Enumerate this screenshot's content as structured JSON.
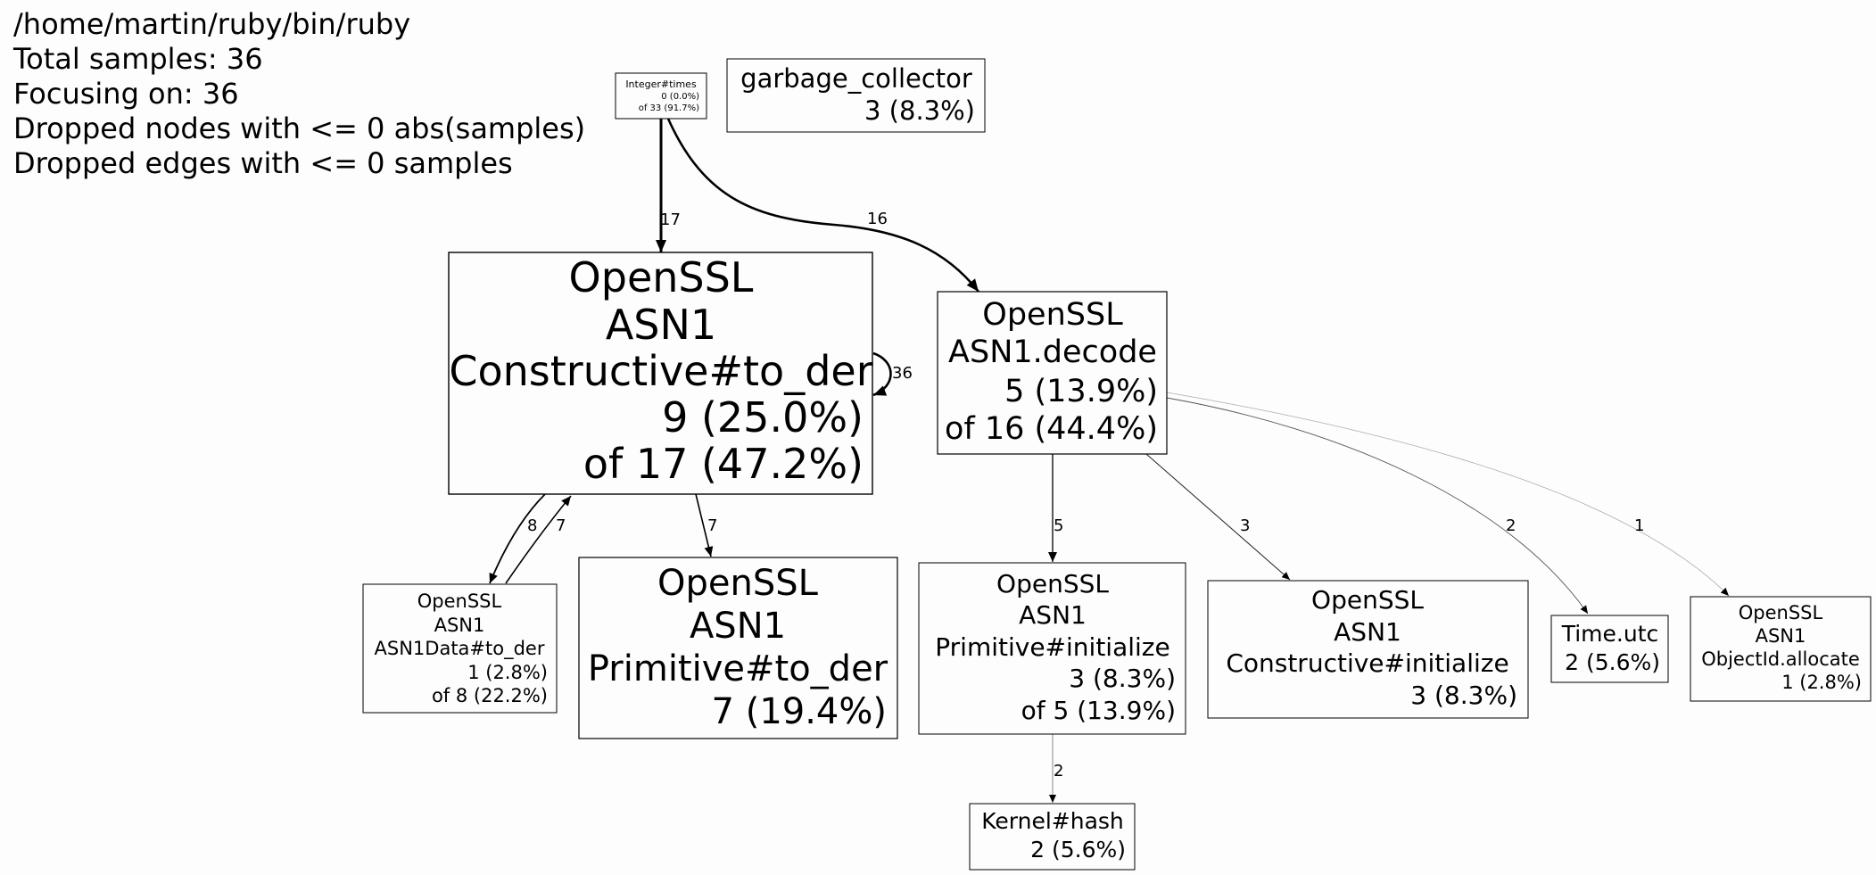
{
  "legend": [
    "/home/martin/ruby/bin/ruby",
    "Total samples: 36",
    "Focusing on: 36",
    "Dropped nodes with <= 0 abs(samples)",
    "Dropped edges with <= 0 samples"
  ],
  "nodes": {
    "times": [
      "Integer#times",
      "0 (0.0%)",
      "of 33 (91.7%)"
    ],
    "gc": [
      "garbage_collector",
      "3 (8.3%)"
    ],
    "cons_to_der": [
      "OpenSSL",
      "ASN1",
      "Constructive#to_der",
      "9 (25.0%)",
      "of 17 (47.2%)"
    ],
    "decode": [
      "OpenSSL",
      "ASN1.decode",
      "5 (13.9%)",
      "of 16 (44.4%)"
    ],
    "asn1data": [
      "OpenSSL",
      "ASN1",
      "ASN1Data#to_der",
      "1 (2.8%)",
      "of 8 (22.2%)"
    ],
    "prim_to_der": [
      "OpenSSL",
      "ASN1",
      "Primitive#to_der",
      "7 (19.4%)"
    ],
    "prim_init": [
      "OpenSSL",
      "ASN1",
      "Primitive#initialize",
      "3 (8.3%)",
      "of 5 (13.9%)"
    ],
    "cons_init": [
      "OpenSSL",
      "ASN1",
      "Constructive#initialize",
      "3 (8.3%)"
    ],
    "time_utc": [
      "Time.utc",
      "2 (5.6%)"
    ],
    "objid": [
      "OpenSSL",
      "ASN1",
      "ObjectId.allocate",
      "1 (2.8%)"
    ],
    "kernel_hash": [
      "Kernel#hash",
      "2 (5.6%)"
    ]
  },
  "edges": {
    "times_cons": "17",
    "times_decode": "16",
    "self_loop": "36",
    "cons_asn1data": "8",
    "asn1data_cons": "7",
    "cons_prim": "7",
    "decode_priminit": "5",
    "decode_consinit": "3",
    "decode_time": "2",
    "decode_objid": "1",
    "priminit_hash": "2"
  }
}
